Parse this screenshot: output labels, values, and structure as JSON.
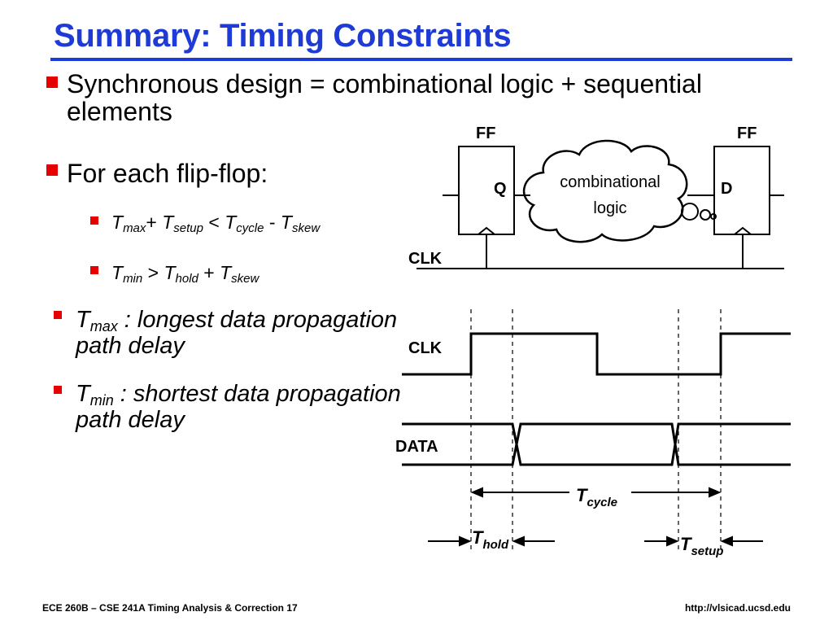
{
  "title": "Summary: Timing Constraints",
  "bullets": {
    "b1": "Synchronous design = combinational logic + sequential elements",
    "b2": "For each flip-flop:"
  },
  "constraints": {
    "setup": {
      "t1": "T",
      "s1": "max",
      "op1": "+ ",
      "t2": "T",
      "s2": "setup",
      "op2": " < ",
      "t3": "T",
      "s3": "cycle",
      "op3": " - ",
      "t4": "T",
      "s4": "skew"
    },
    "hold": {
      "t1": "T",
      "s1": "min",
      "op1": " > ",
      "t2": "T",
      "s2": "hold",
      "op2": " + ",
      "t3": "T",
      "s3": "skew"
    }
  },
  "definitions": {
    "tmax": {
      "t": "T",
      "sub": "max",
      "text": " : longest data propagation path delay"
    },
    "tmin": {
      "t": "T",
      "sub": "min",
      "text": " : shortest data propagation path delay"
    }
  },
  "circuit": {
    "ff_left": "FF",
    "ff_right": "FF",
    "q_pin": "Q",
    "d_pin": "D",
    "cloud_line1": "combinational",
    "cloud_line2": "logic",
    "clk": "CLK"
  },
  "waveform": {
    "clk_label": "CLK",
    "data_label": "DATA",
    "tcycle": {
      "t": "T",
      "sub": "cycle"
    },
    "thold": {
      "t": "T",
      "sub": "hold"
    },
    "tsetup": {
      "t": "T",
      "sub": "setup"
    }
  },
  "footer": {
    "left": "ECE 260B – CSE 241A Timing Analysis & Correction 17",
    "right": "http://vlsicad.ucsd.edu"
  },
  "colors": {
    "title": "#1f3bd6",
    "bullet": "#e60000",
    "text": "#000000"
  }
}
